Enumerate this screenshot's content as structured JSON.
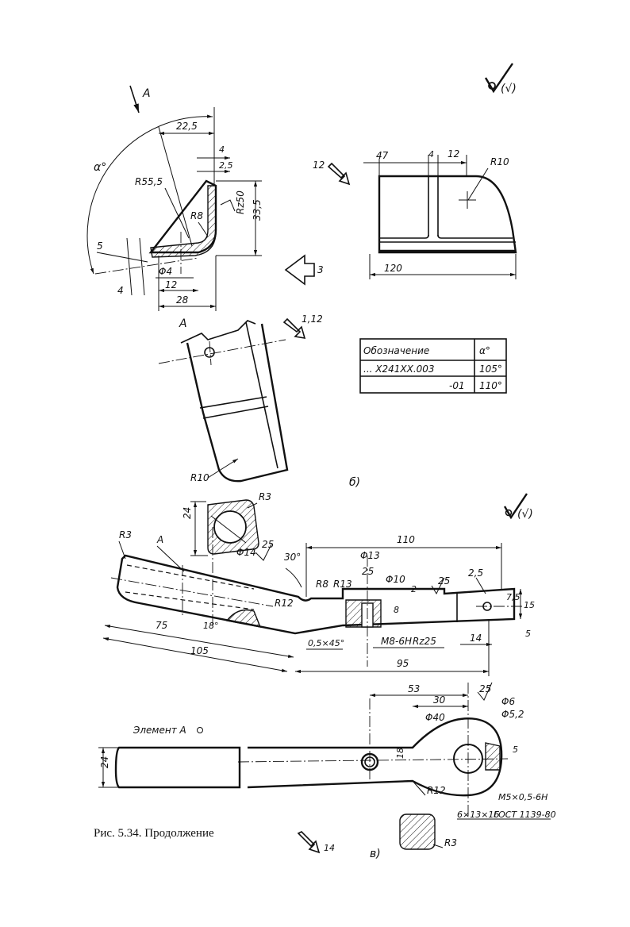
{
  "roughness_symbols": [
    "(√)",
    "(√)"
  ],
  "view_b": {
    "view_arrow": "A",
    "angle": "α°",
    "dims": {
      "d22_5": "22,5",
      "d4_top": "4",
      "d2_5": "2,5",
      "r55_5": "R55,5",
      "rz50": "Rz50",
      "d33_5": "33,5",
      "r8": "R8",
      "d5": "5",
      "d4_left": "4",
      "phi4": "Φ4",
      "d12": "12",
      "d28": "28"
    },
    "arrow_3": "3",
    "arrow_12": "12",
    "top": {
      "d47": "47",
      "d4": "4",
      "d12": "12",
      "r10": "R10",
      "d120": "120"
    },
    "view_a_label": "A",
    "arrow_1_12": "1,12",
    "view_a_r10": "R10",
    "label": "б)"
  },
  "table": {
    "headers": [
      "Обозначение",
      "α°"
    ],
    "rows": [
      [
        "... X241XX.003",
        "105°"
      ],
      [
        "-01",
        "110°"
      ]
    ]
  },
  "view_v": {
    "section": {
      "d24": "24",
      "r3": "R3",
      "phi14": "Φ14",
      "rz": "25"
    },
    "dims": {
      "r3": "R3",
      "a": "A",
      "d30deg": "30°",
      "d110": "110",
      "phi13": "Φ13",
      "r8": "R8",
      "r13": "R13",
      "phi10": "Φ10",
      "d2": "2",
      "d8": "8",
      "rz25a": "25",
      "rz25b": "25",
      "d2_5": "2,5",
      "d7_5": "7,5",
      "d15": "15",
      "r12": "R12",
      "d18deg": "18°",
      "chamfer": "0,5×45°",
      "thread": "M8-6H",
      "rz25c": "Rz25",
      "d14": "14",
      "d5": "5",
      "d75": "75",
      "d105": "105",
      "d95": "95"
    },
    "plan": {
      "element_label": "Элемент А",
      "d53": "53",
      "d30": "30",
      "phi40": "Φ40",
      "rz25": "25",
      "phi6": "Φ6",
      "phi5_2": "Φ5,2",
      "d24": "24",
      "d18": "18",
      "d5": "5",
      "r12": "R12",
      "m5": "M5×0,5-6H",
      "hole": "6×13×16",
      "gost": "ГОСТ 1139-80"
    },
    "section_r3": "R3",
    "arrow_14": "14",
    "label": "в)"
  },
  "caption": "Рис. 5.34. Продолжение"
}
